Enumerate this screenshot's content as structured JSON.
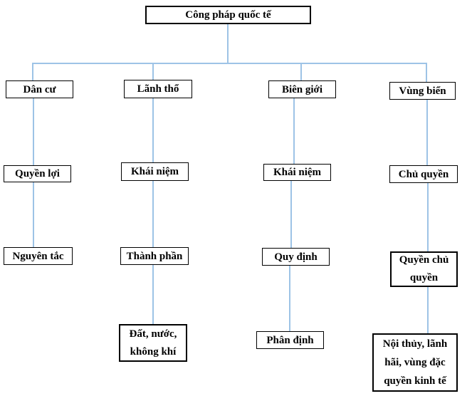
{
  "diagram": {
    "title": "Công pháp quốc tế",
    "root": {
      "label": "Công pháp quốc tế"
    },
    "columns": [
      {
        "header": "Dân cư",
        "children": [
          "Quyền lợi",
          "Nguyên tắc"
        ]
      },
      {
        "header": "Lãnh thổ",
        "children": [
          "Khái niệm",
          "Thành phần",
          "Đất, nước, không khí"
        ]
      },
      {
        "header": "Biên giới",
        "children": [
          "Khái niệm",
          "Quy định",
          "Phân định"
        ]
      },
      {
        "header": "Vùng biển",
        "children": [
          "Chủ quyền",
          "Quyền chủ quyền",
          "Nội thủy, lãnh hãi, vùng đặc quyền kinh tế"
        ]
      }
    ],
    "colors": {
      "box_border": "#000000",
      "box_text": "#000000",
      "connector": "#9dc3e6",
      "background": "#ffffff"
    }
  }
}
